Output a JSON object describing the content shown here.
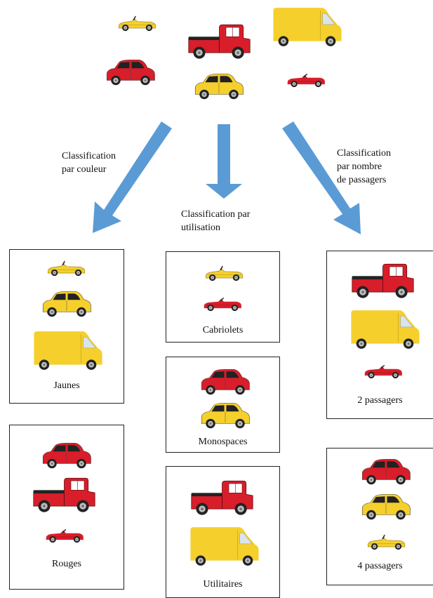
{
  "colors": {
    "yellow": "#f5cf2c",
    "red": "#d81e2a",
    "arrow": "#5b9bd5"
  },
  "source_vehicles": [
    {
      "type": "roadster",
      "color": "yellow"
    },
    {
      "type": "pickup",
      "color": "red"
    },
    {
      "type": "van",
      "color": "yellow"
    },
    {
      "type": "minivan",
      "color": "red"
    },
    {
      "type": "minivan",
      "color": "yellow"
    },
    {
      "type": "cabriolet",
      "color": "red"
    }
  ],
  "criteria": {
    "color": "Classification\npar couleur",
    "use": "Classification par\nutilisation",
    "passengers": "Classification\npar nombre\nde passagers"
  },
  "groups": {
    "jaunes": {
      "label": "Jaunes",
      "vehicles": [
        {
          "type": "roadster",
          "color": "yellow"
        },
        {
          "type": "minivan",
          "color": "yellow"
        },
        {
          "type": "van",
          "color": "yellow"
        }
      ]
    },
    "rouges": {
      "label": "Rouges",
      "vehicles": [
        {
          "type": "minivan",
          "color": "red"
        },
        {
          "type": "pickup",
          "color": "red"
        },
        {
          "type": "cabriolet",
          "color": "red"
        }
      ]
    },
    "cabriolets": {
      "label": "Cabriolets",
      "vehicles": [
        {
          "type": "roadster",
          "color": "yellow"
        },
        {
          "type": "cabriolet",
          "color": "red"
        }
      ]
    },
    "monospaces": {
      "label": "Monospaces",
      "vehicles": [
        {
          "type": "minivan",
          "color": "red"
        },
        {
          "type": "minivan",
          "color": "yellow"
        }
      ]
    },
    "utilitaires": {
      "label": "Utilitaires",
      "vehicles": [
        {
          "type": "pickup",
          "color": "red"
        },
        {
          "type": "van",
          "color": "yellow"
        }
      ]
    },
    "two_passengers": {
      "label": "2 passagers",
      "vehicles": [
        {
          "type": "pickup",
          "color": "red"
        },
        {
          "type": "van",
          "color": "yellow"
        },
        {
          "type": "cabriolet",
          "color": "red"
        }
      ]
    },
    "four_passengers": {
      "label": "4 passagers",
      "vehicles": [
        {
          "type": "minivan",
          "color": "red"
        },
        {
          "type": "minivan",
          "color": "yellow"
        },
        {
          "type": "roadster",
          "color": "yellow"
        }
      ]
    }
  }
}
